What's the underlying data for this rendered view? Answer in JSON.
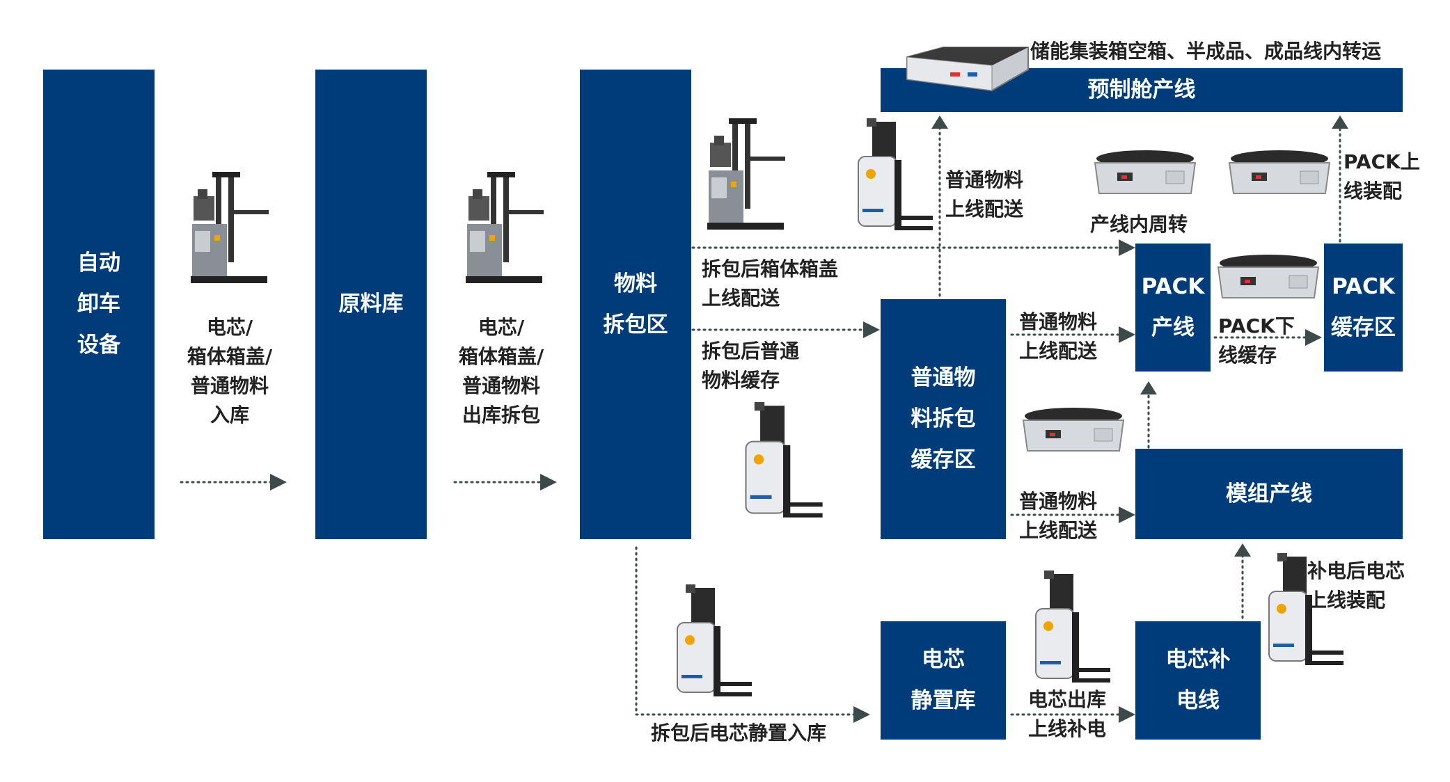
{
  "colors": {
    "box": "#003b7a",
    "arrow": "#3d4a4a",
    "text": "#222222"
  },
  "boxes": {
    "auto_unload": "自动\n卸车\n设备",
    "raw_store": "原料库",
    "unpack_zone": "物料\n拆包区",
    "prefab_line": "预制舱产线",
    "common_cache": "普通物\n料拆包\n缓存区",
    "pack_line": "PACK\n产线",
    "pack_cache": "PACK\n缓存区",
    "module_line": "模组产线",
    "cell_static": "电芯\n静置库",
    "cell_replenish": "电芯补\n电线"
  },
  "labels": {
    "inbound": "电芯/\n箱体箱盖/\n普通物料\n入库",
    "outbound": "电芯/\n箱体箱盖/\n普通物料\n出库拆包",
    "container_transfer": "储能集装箱空箱、半成品、成品线内转运",
    "common_to_prefab": "普通物料\n上线配送",
    "line_turnover": "产线内周转",
    "pack_assembly": "PACK上\n线装配",
    "lid_delivery": "拆包后箱体箱盖\n上线配送",
    "common_cache_label": "拆包后普通\n物料缓存",
    "common_to_pack": "普通物料\n上线配送",
    "pack_down": "PACK下\n线缓存",
    "common_to_module": "普通物料\n上线配送",
    "cell_after_replenish": "补电后电芯\n上线装配",
    "cell_out": "电芯出库\n上线补电",
    "cell_static_in": "拆包后电芯静置入库"
  },
  "icons": [
    "stacker-forklift-icon",
    "pallet-forklift-icon",
    "amr-robot-icon",
    "container-agv-icon"
  ]
}
